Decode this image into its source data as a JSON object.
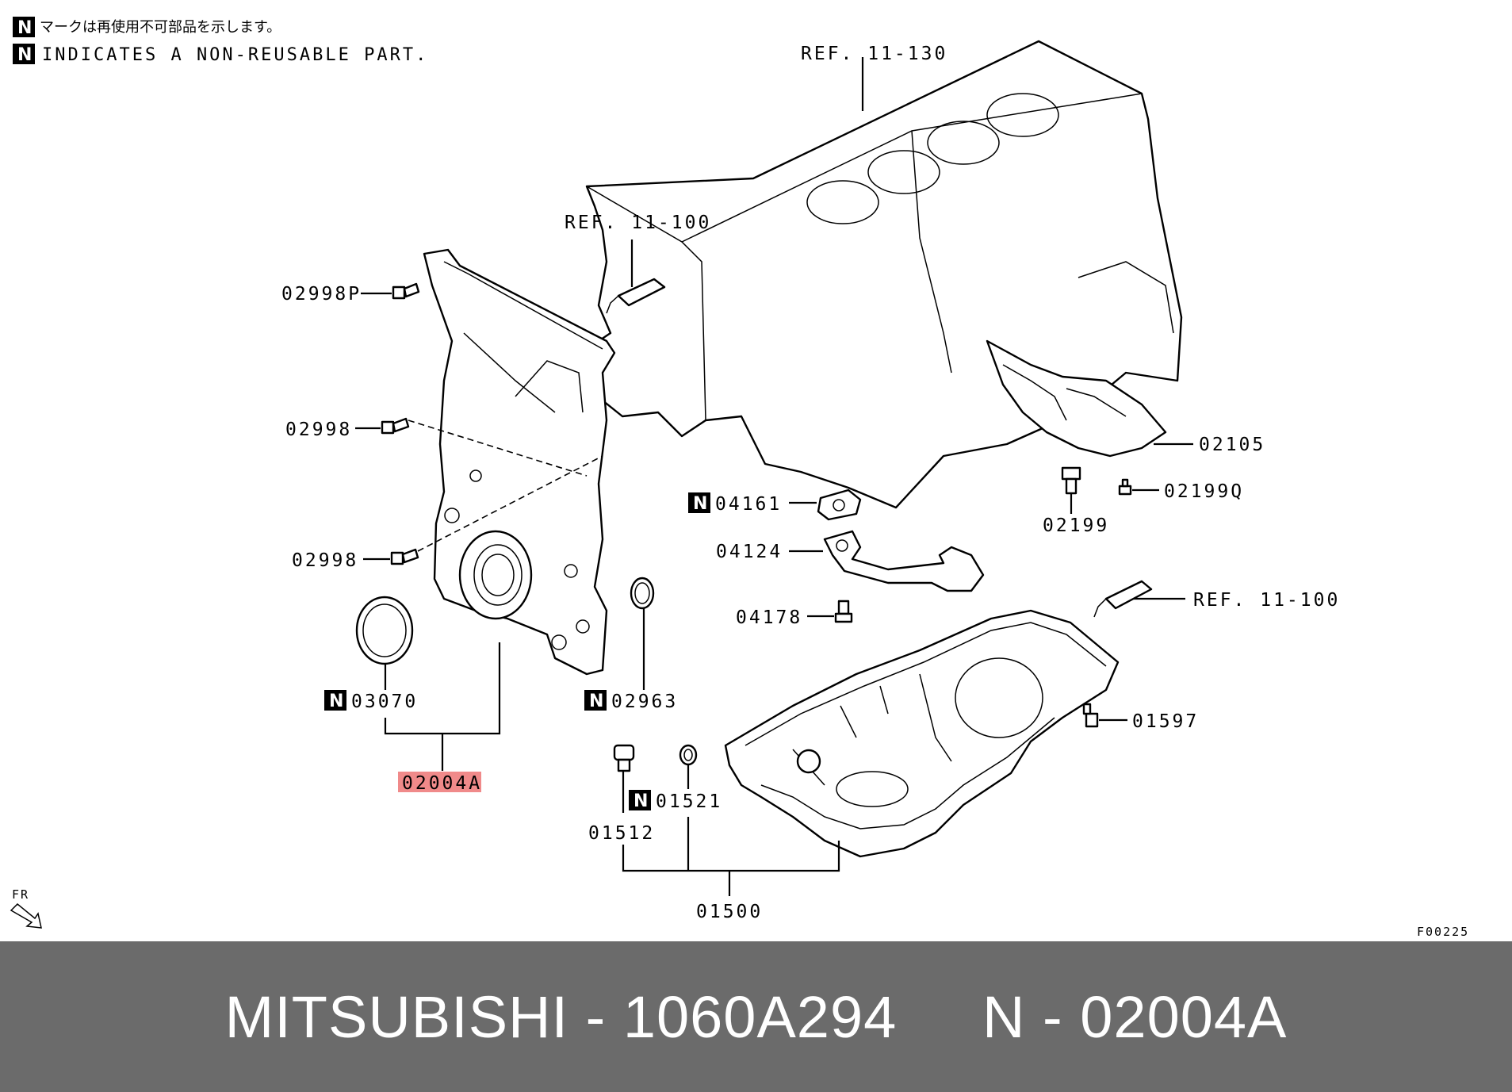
{
  "header": {
    "note_jp": "マークは再使用不可部品を示します。",
    "note_en": "INDICATES A NON-REUSABLE PART.",
    "n_mark": "N"
  },
  "references": {
    "block": "REF. 11-130",
    "sealant_left": "REF. 11-100",
    "sealant_right": "REF. 11-100"
  },
  "parts": {
    "p02998P": "02998P",
    "p02998a": "02998",
    "p02998b": "02998",
    "p03070": "03070",
    "p02963": "02963",
    "p02004A": "02004A",
    "p04161": "04161",
    "p04124": "04124",
    "p04178": "04178",
    "p02105": "02105",
    "p02199": "02199",
    "p02199Q": "02199Q",
    "p01597": "01597",
    "p01512": "01512",
    "p01521": "01521",
    "p01500": "01500"
  },
  "orientation": "FR",
  "figure_code": "F00225",
  "footer": {
    "text": "MITSUBISHI - 1060A294     N - 02004A"
  },
  "colors": {
    "highlight": "#f08a8a",
    "footer_bg": "#6b6b6b"
  }
}
